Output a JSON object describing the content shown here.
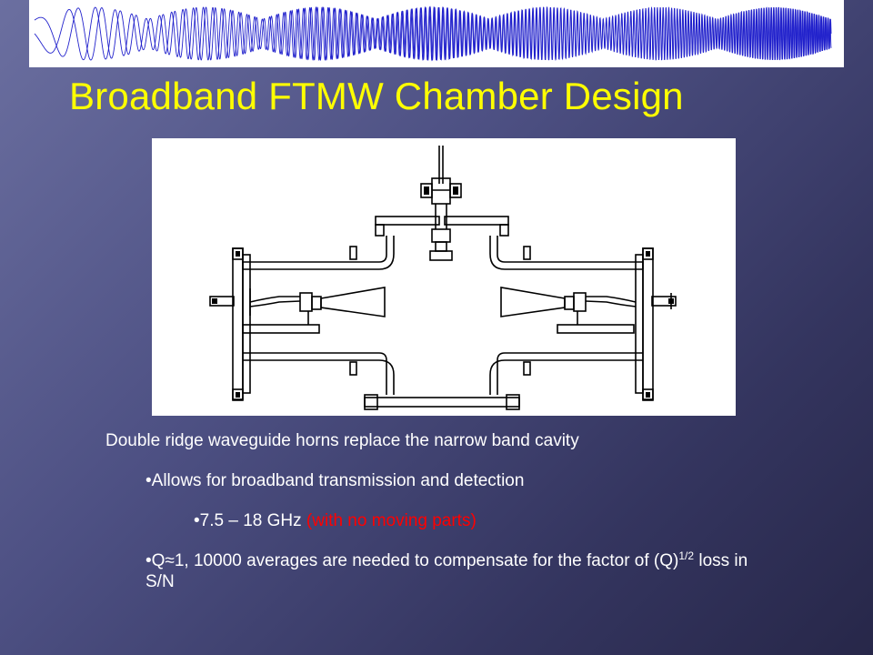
{
  "slide": {
    "title": "Broadband FTMW Chamber Design"
  },
  "banner": {
    "icon": "chirp-waveform-icon",
    "color": "#2222cc"
  },
  "figure": {
    "icon": "vacuum-chamber-schematic-icon"
  },
  "bullets": [
    {
      "text": "Double ridge waveguide horns replace the narrow band cavity"
    },
    {
      "bullet": "•",
      "text": "Allows for broadband transmission and detection"
    },
    {
      "bullet": "•",
      "text": "7.5 – 18 GHz",
      "highlight": "(with no moving parts)",
      "highlight_color": "#ff0000"
    },
    {
      "bullet": "•",
      "text_before": "Q≈1, 10000 averages are needed to compensate for the factor of (Q)",
      "superscript": "1/2",
      "text_after": "loss in S/N"
    }
  ],
  "colors": {
    "title": "#ffff00",
    "body_text": "#ffffff",
    "background_top_left": "#6b6fa0",
    "background_bottom_right": "#272749"
  }
}
